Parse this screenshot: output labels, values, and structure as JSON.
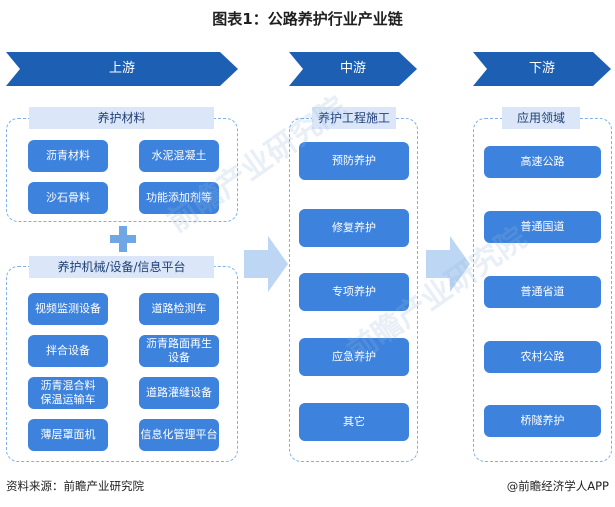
{
  "title": "图表1：公路养护行业产业链",
  "stages": {
    "upstream": "上游",
    "midstream": "中游",
    "downstream": "下游"
  },
  "upstream": {
    "materials": {
      "title": "养护材料",
      "items": [
        "沥青材料",
        "水泥混凝土",
        "沙石骨料",
        "功能添加剂等"
      ]
    },
    "machinery": {
      "title": "养护机械/设备/信息平台",
      "items": [
        "视频监测设备",
        "道路检测车",
        "拌合设备",
        "沥青路面再生\n设备",
        "沥青混合料\n保温运输车",
        "道路灌缝设备",
        "薄层罩面机",
        "信息化管理平台"
      ]
    }
  },
  "midstream": {
    "title": "养护工程施工",
    "items": [
      "预防养护",
      "修复养护",
      "专项养护",
      "应急养护",
      "其它"
    ]
  },
  "downstream": {
    "title": "应用领域",
    "items": [
      "高速公路",
      "普通国道",
      "普通省道",
      "农村公路",
      "桥隧养护"
    ]
  },
  "watermark_text": "前瞻产业研究院",
  "footer": {
    "source": "资料来源：前瞻产业研究院",
    "credit": "@前瞻经济学人APP"
  },
  "colors": {
    "chevron": "#1c5fb3",
    "pill": "#3d82dc",
    "section_bg": "#dbe7f8",
    "dashed_border": "#7fb0e6",
    "arrow": "#bcd6f3"
  }
}
